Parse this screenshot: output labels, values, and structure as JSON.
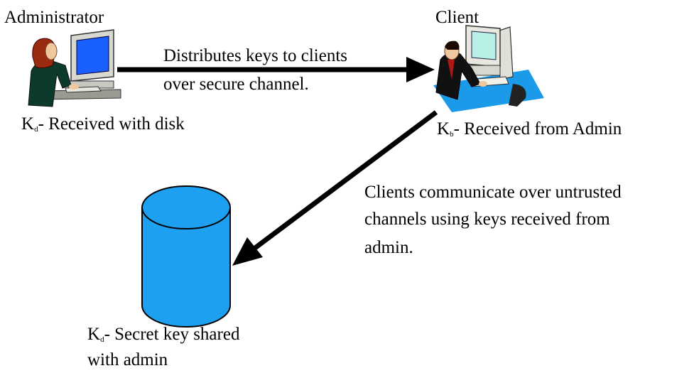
{
  "nodes": {
    "admin_title": "Administrator",
    "client_title": "Client"
  },
  "edges": {
    "admin_to_client": [
      "Distributes keys to clients",
      "over secure channel."
    ],
    "client_to_db": [
      "Clients communicate over untrusted",
      "channels using keys received from",
      "admin."
    ]
  },
  "labels": {
    "admin_key": {
      "symbol": "K",
      "sub": "d",
      "text": "- Received with disk"
    },
    "client_key": {
      "symbol": "K",
      "sub": "b",
      "text": "- Received from Admin"
    },
    "db_key": {
      "symbol": "K",
      "sub": "d",
      "text": "- Secret key shared",
      "line2": "with admin"
    }
  },
  "colors": {
    "arrow": "#000000",
    "db_fill": "#1ea0f0",
    "monitor_screen": "#1a5fff",
    "client_screen": "#b8f0e8"
  },
  "icons": {
    "admin": "person-at-computer-icon",
    "client": "person-at-computer-icon",
    "database": "database-cylinder-icon"
  }
}
